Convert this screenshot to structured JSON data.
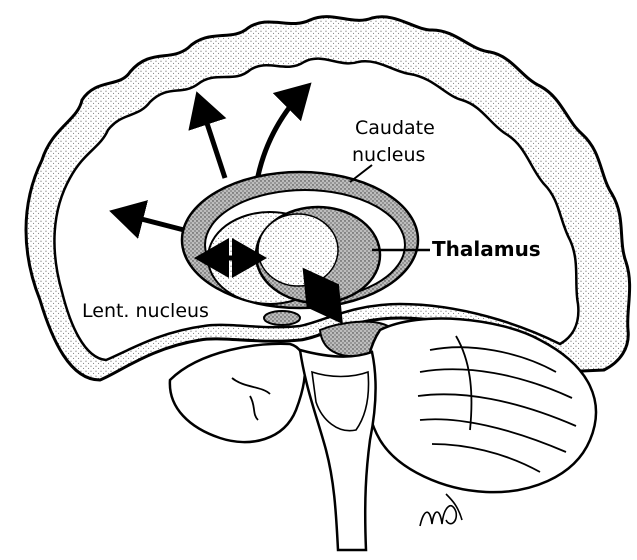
{
  "labels": {
    "caudate_line1": "Caudate",
    "caudate_line2": "nucleus",
    "thalamus": "Thalamus",
    "lent_nucleus": "Lent. nucleus"
  },
  "signature": "MB",
  "colors": {
    "ink": "#000000",
    "paper": "#ffffff",
    "stipple": "#6e6e6e"
  },
  "icons": {
    "arrow": "double-headed-arrow"
  }
}
